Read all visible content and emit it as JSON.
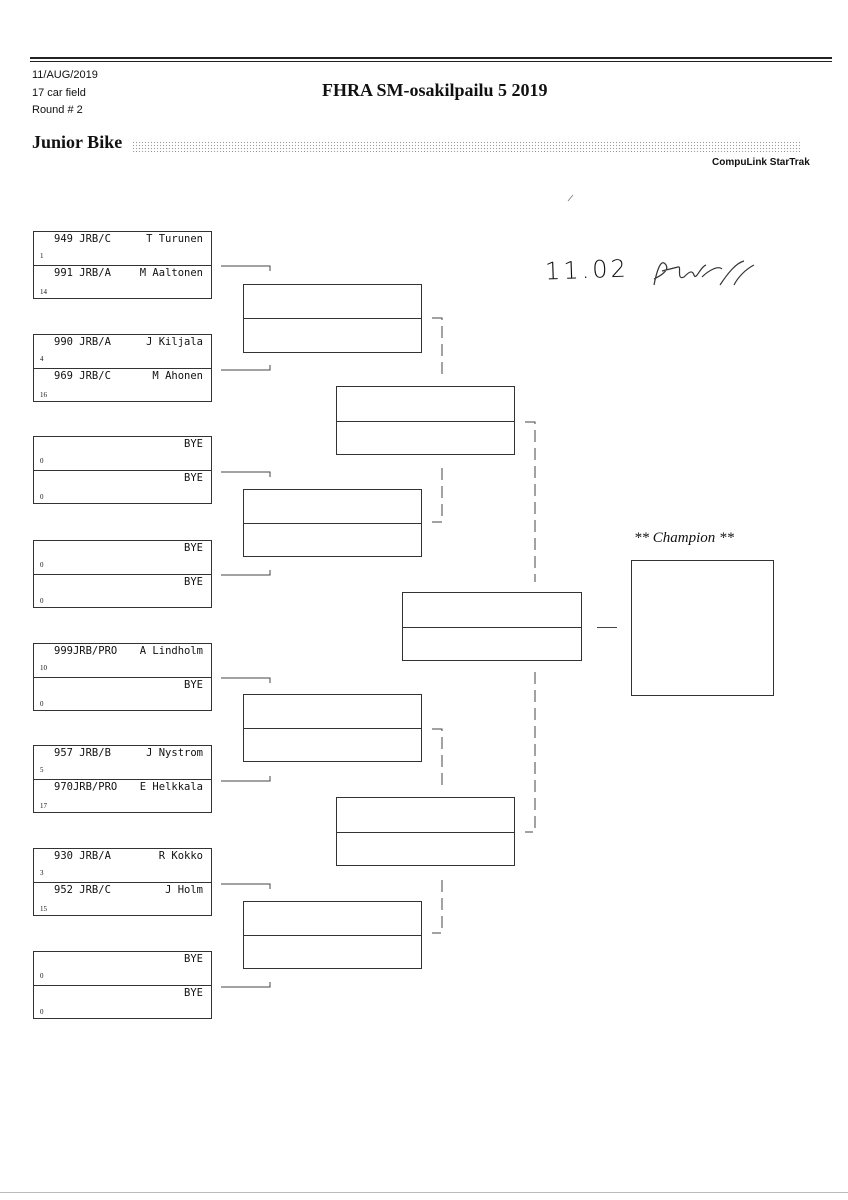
{
  "header": {
    "date": "11/AUG/2019",
    "field": "17 car field",
    "round": "Round # 2",
    "title": "FHRA SM-osakilpailu 5  2019",
    "class_name": "Junior Bike",
    "software": "CompuLink StarTrak"
  },
  "entries": [
    {
      "top": {
        "number": "949 JRB/C",
        "name": "T Turunen",
        "seed": "1"
      },
      "bottom": {
        "number": "991 JRB/A",
        "name": "M Aaltonen",
        "seed": "14"
      }
    },
    {
      "top": {
        "number": "990 JRB/A",
        "name": "J Kiljala",
        "seed": "4"
      },
      "bottom": {
        "number": "969 JRB/C",
        "name": "M Ahonen",
        "seed": "16"
      }
    },
    {
      "top": {
        "number": "",
        "name": "BYE",
        "seed": "0"
      },
      "bottom": {
        "number": "",
        "name": "BYE",
        "seed": "0"
      }
    },
    {
      "top": {
        "number": "",
        "name": "BYE",
        "seed": "0"
      },
      "bottom": {
        "number": "",
        "name": "BYE",
        "seed": "0"
      }
    },
    {
      "top": {
        "number": "999JRB/PRO",
        "name": "A Lindholm",
        "seed": "10"
      },
      "bottom": {
        "number": "",
        "name": "BYE",
        "seed": "0"
      }
    },
    {
      "top": {
        "number": "957 JRB/B",
        "name": "J Nystrom",
        "seed": "5"
      },
      "bottom": {
        "number": "970JRB/PRO",
        "name": "E Helkkala",
        "seed": "17"
      }
    },
    {
      "top": {
        "number": "930 JRB/A",
        "name": "R Kokko",
        "seed": "3"
      },
      "bottom": {
        "number": "952 JRB/C",
        "name": "J Holm",
        "seed": "15"
      }
    },
    {
      "top": {
        "number": "",
        "name": "BYE",
        "seed": "0"
      },
      "bottom": {
        "number": "",
        "name": "BYE",
        "seed": "0"
      }
    }
  ],
  "champion_label": "** Champion **",
  "handwritten": {
    "time": "11.02"
  }
}
